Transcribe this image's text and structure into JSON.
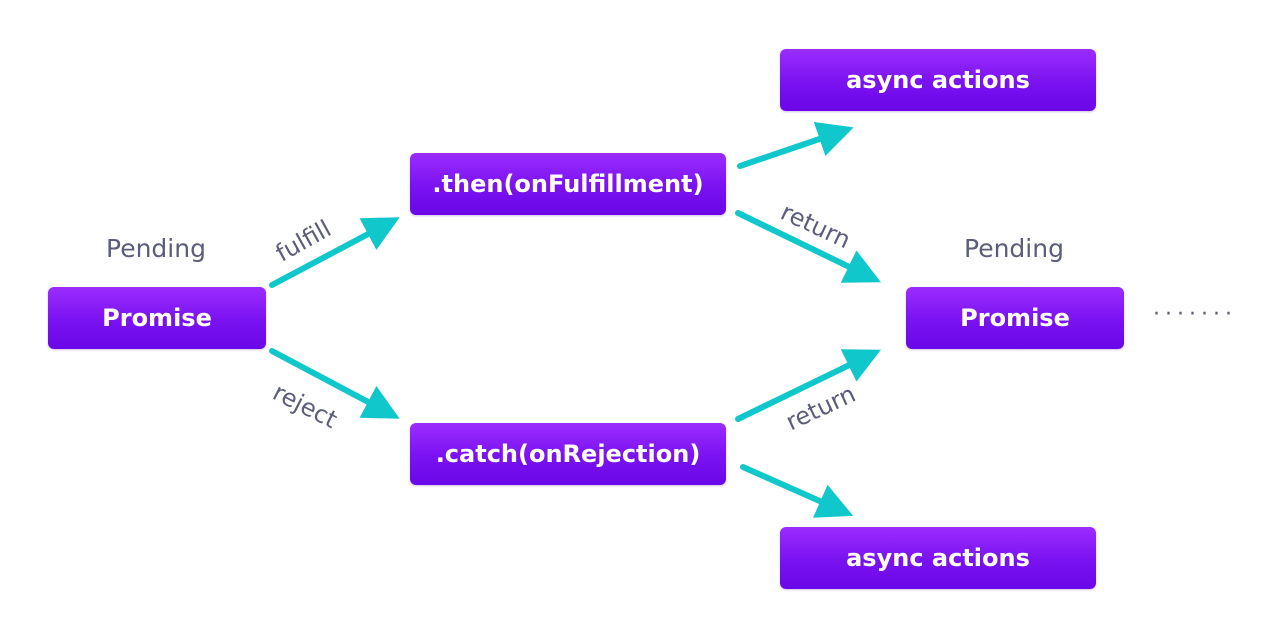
{
  "nodes": {
    "promise_start": "Promise",
    "then": ".then(onFulfillment)",
    "catch": ".catch(onRejection)",
    "async_top": "async actions",
    "async_bottom": "async actions",
    "promise_end": "Promise"
  },
  "states": {
    "start": "Pending",
    "end": "Pending"
  },
  "edge_labels": {
    "fulfill": "fulfill",
    "reject": "reject",
    "return_top": "return",
    "return_bottom": "return"
  },
  "continuation": "·······",
  "colors": {
    "node_top": "#9a2cff",
    "node_bottom": "#6a06e8",
    "arrow": "#10c8cc",
    "label_text": "#5b5d7a"
  }
}
